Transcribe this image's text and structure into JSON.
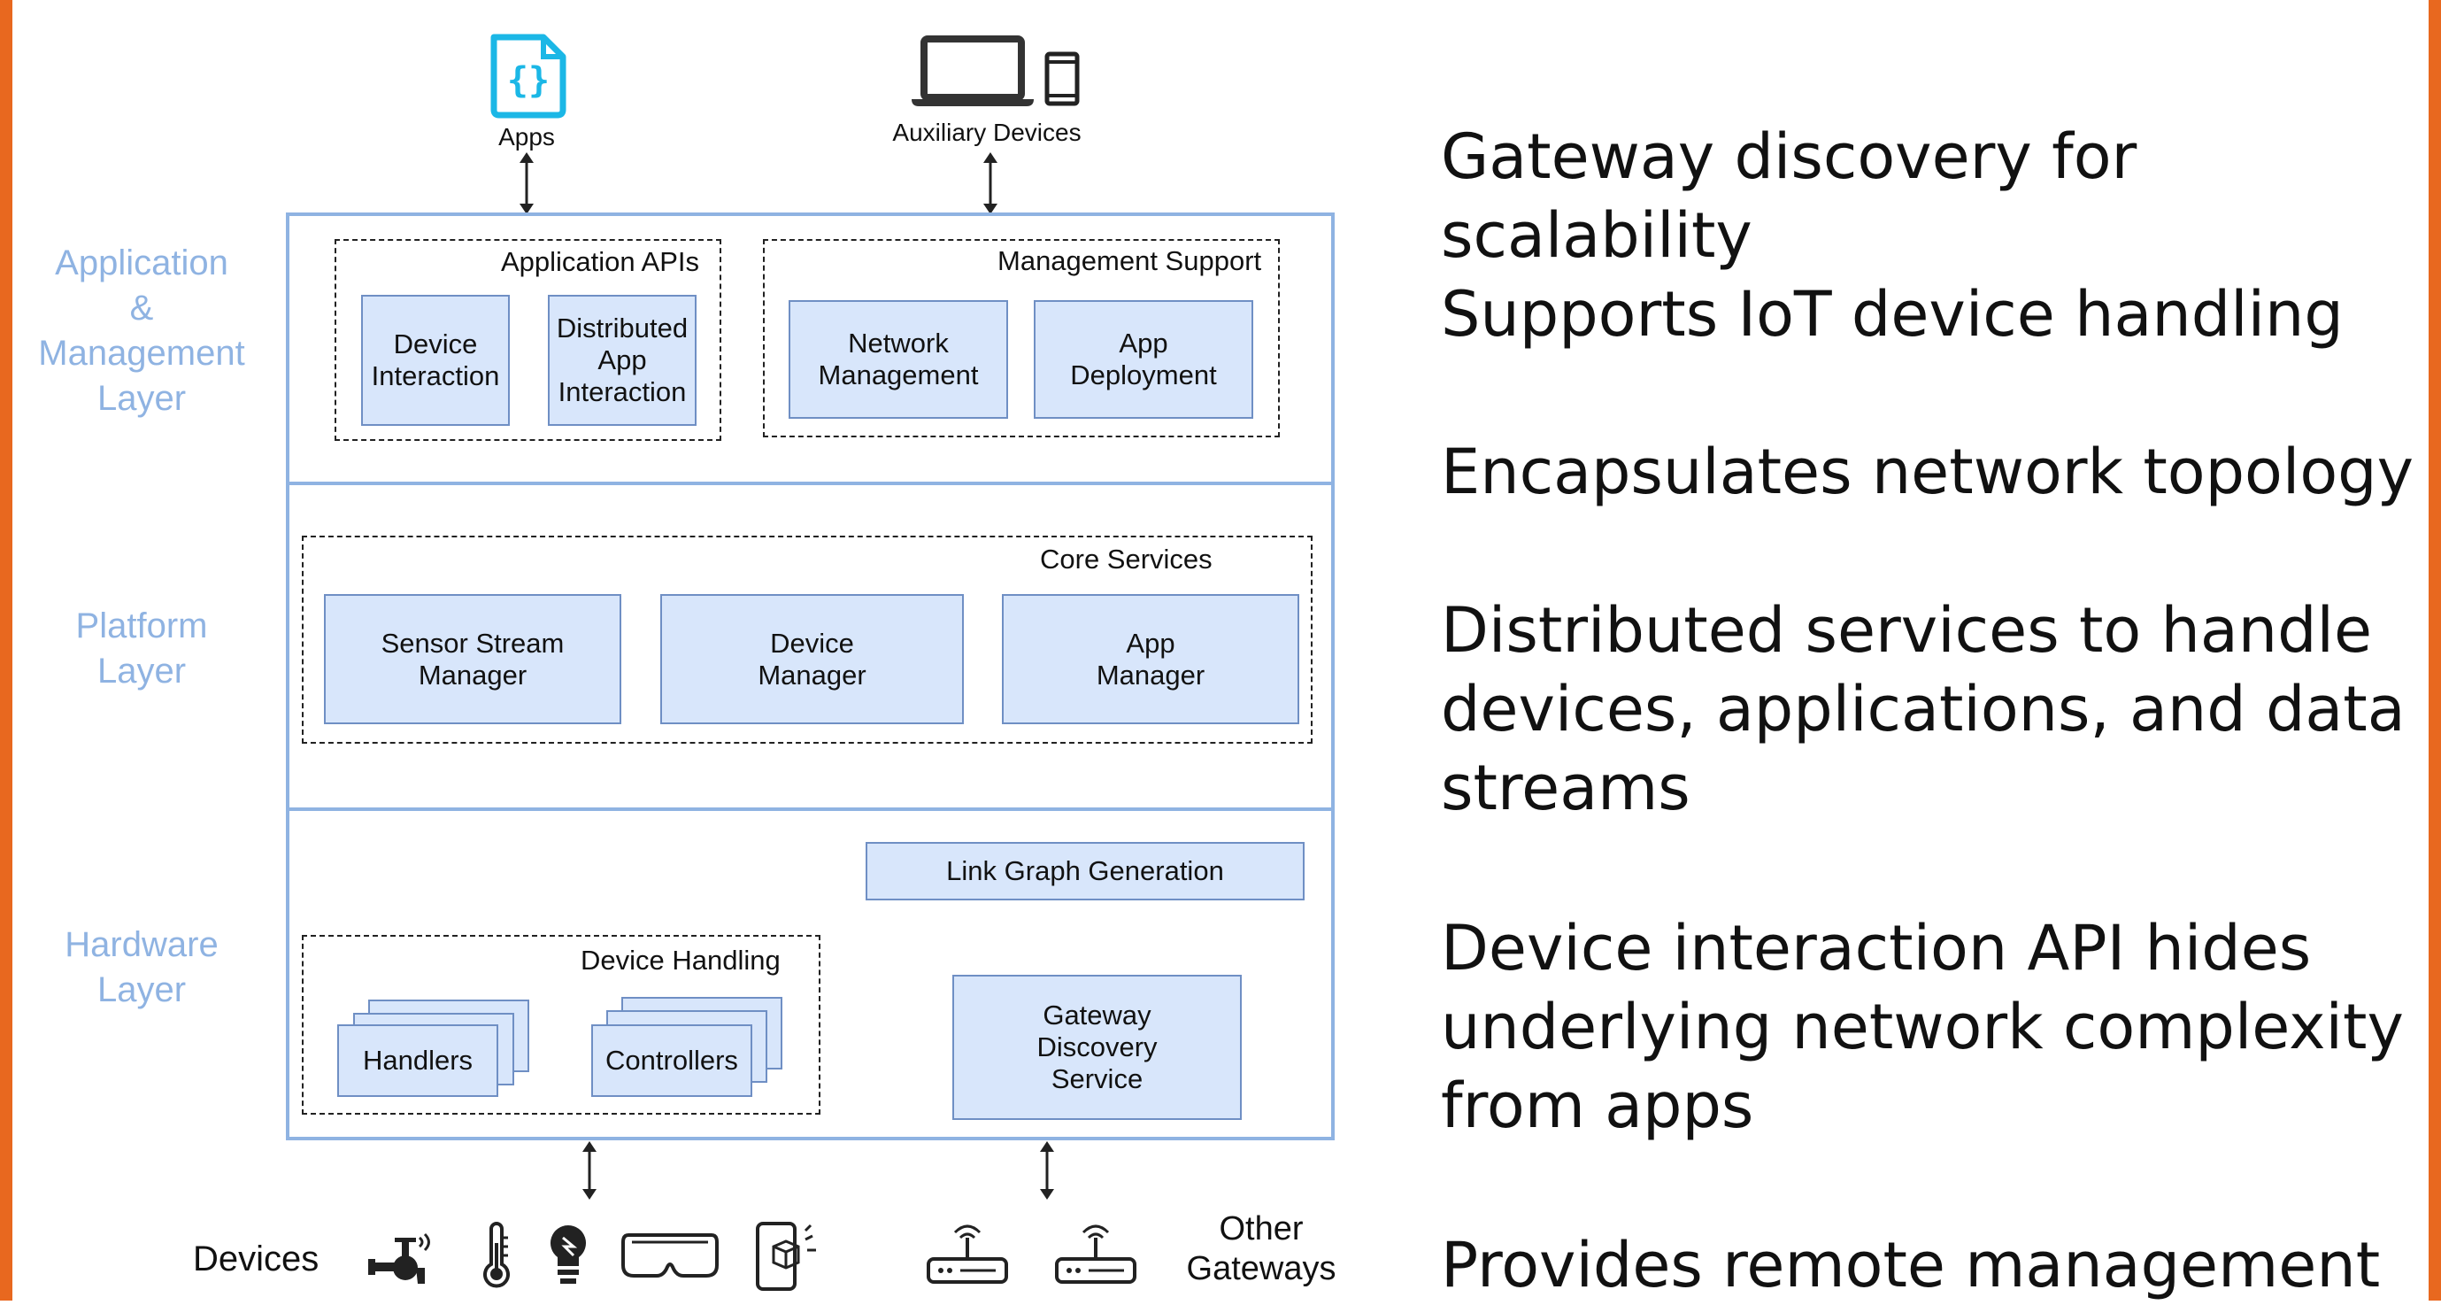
{
  "diagram": {
    "top": {
      "apps_label": "Apps",
      "apps_icon": "code-file-icon",
      "aux_label": "Auxiliary Devices",
      "aux_icons": [
        "laptop-icon",
        "phone-icon"
      ]
    },
    "layers": {
      "application": "Application\n&\nManagement\nLayer",
      "platform": "Platform\nLayer",
      "hardware": "Hardware\nLayer"
    },
    "application_apis": {
      "title": "Application APIs",
      "items": [
        "Device\nInteraction",
        "Distributed\nApp\nInteraction"
      ]
    },
    "management_support": {
      "title": "Management Support",
      "items": [
        "Network\nManagement",
        "App\nDeployment"
      ]
    },
    "core_services": {
      "title": "Core Services",
      "items": [
        "Sensor Stream\nManager",
        "Device\nManager",
        "App\nManager"
      ]
    },
    "link_graph": "Link Graph Generation",
    "device_handling": {
      "title": "Device Handling",
      "items": [
        "Handlers",
        "Controllers"
      ]
    },
    "gateway_discovery": "Gateway\nDiscovery\nService",
    "bottom": {
      "devices_label": "Devices",
      "device_icons": [
        "faucet-sensor-icon",
        "thermometer-icon",
        "smart-bulb-icon",
        "vr-headset-icon",
        "ar-phone-icon"
      ],
      "gateway_icons": [
        "router-icon",
        "router-icon"
      ],
      "other_gateways_label": "Other\nGateways"
    },
    "colors": {
      "layer_border": "#8fb3e2",
      "service_fill": "#d8e6fb",
      "accent_edge": "#e8681f",
      "icon_cyan": "#1bb7e6"
    }
  },
  "bullets": [
    "Gateway discovery for scalability",
    "Supports IoT device handling",
    "Encapsulates network topology",
    "Distributed services to handle devices, applications, and data streams",
    "Device interaction API hides underlying network complexity from apps",
    "Provides remote management"
  ]
}
